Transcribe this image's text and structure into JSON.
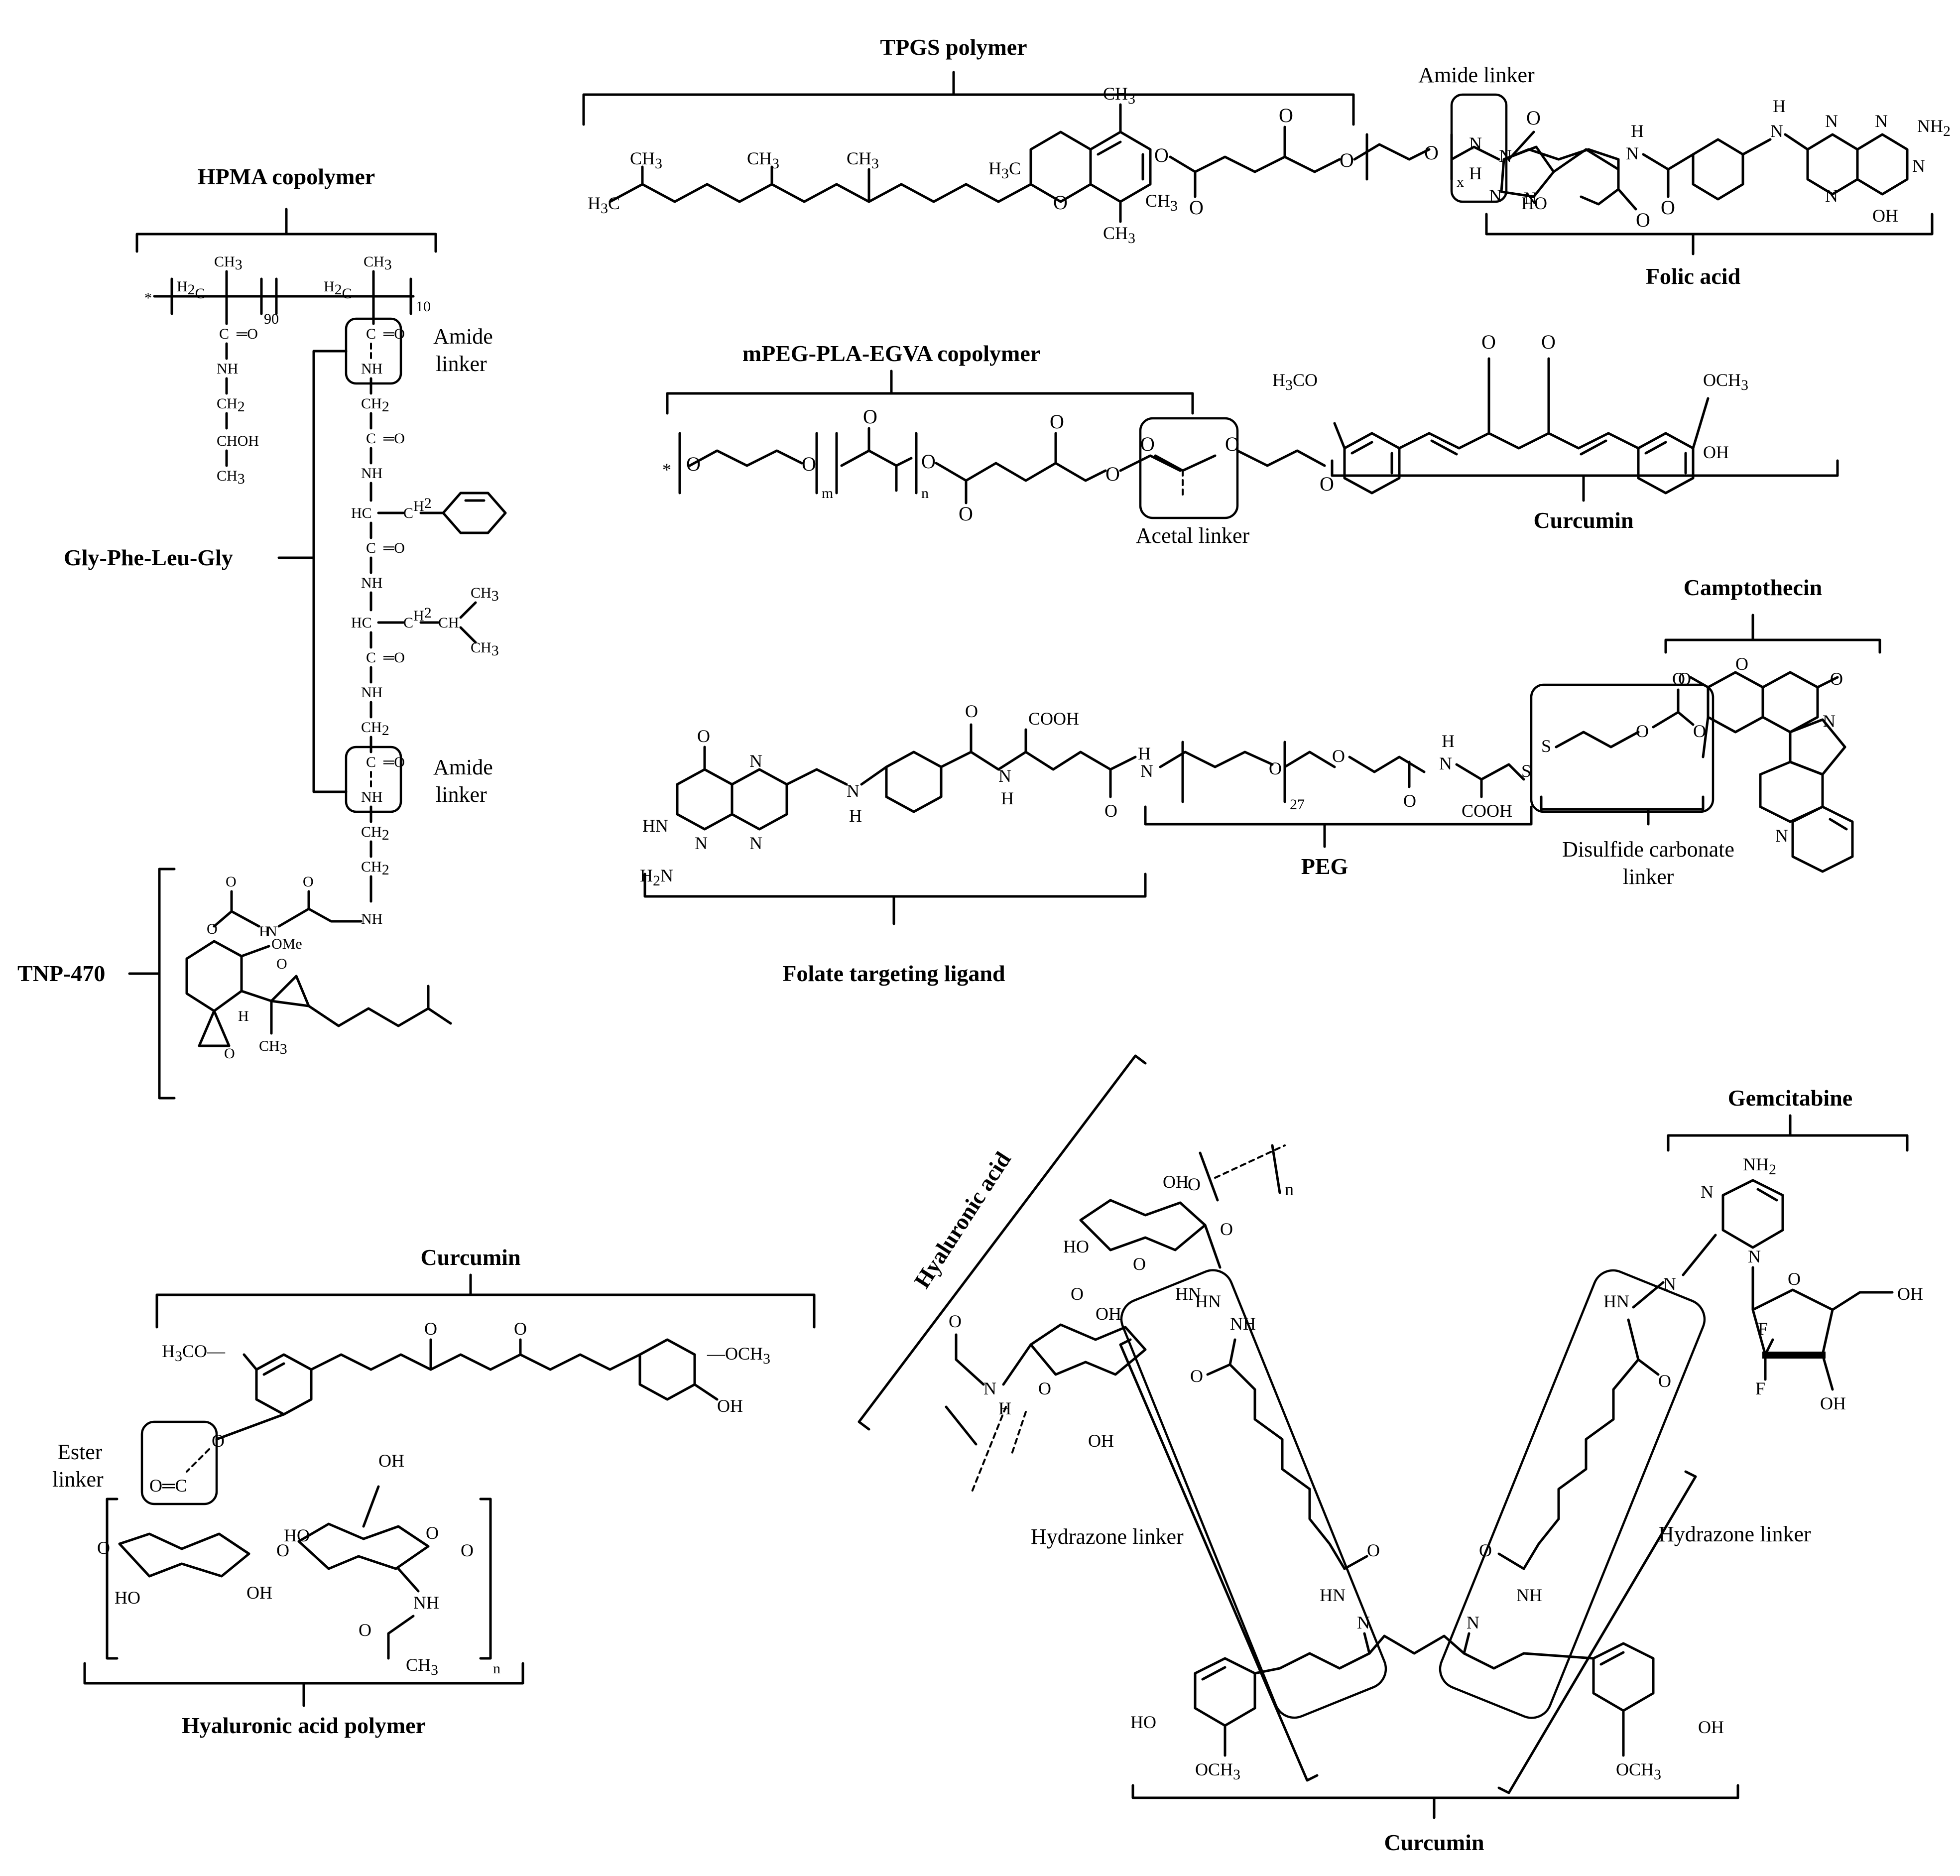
{
  "labels": {
    "tpgs_polymer": "TPGS polymer",
    "amide_linker_top": "Amide linker",
    "folic_acid": "Folic acid",
    "hpma_copolymer": "HPMA copolymer",
    "amide_linker_1a": "Amide",
    "amide_linker_1b": "linker",
    "amide_linker_2a": "Amide",
    "amide_linker_2b": "linker",
    "gly_phe_leu_gly": "Gly-Phe-Leu-Gly",
    "tnp_470": "TNP-470",
    "mpeg_pla_egva": "mPEG-PLA-EGVA copolymer",
    "acetal_linker": "Acetal linker",
    "curcumin_mid": "Curcumin",
    "camptothecin": "Camptothecin",
    "peg": "PEG",
    "disulfide_a": "Disulfide carbonate",
    "disulfide_b": "linker",
    "folate_targeting": "Folate targeting ligand",
    "curcumin_lower_left": "Curcumin",
    "ester_a": "Ester",
    "ester_b": "linker",
    "hyaluronic_acid_polymer": "Hyaluronic acid polymer",
    "hyaluronic_acid": "Hyaluronic acid",
    "gemcitabine": "Gemcitabine",
    "hydrazone_left": "Hydrazone linker",
    "hydrazone_right": "Hydrazone linker",
    "curcumin_bottom": "Curcumin"
  },
  "atoms": {
    "ch3": "CH",
    "sub3": "3",
    "sub2": "2",
    "h3c": "H",
    "h": "H",
    "n": "N",
    "o": "O",
    "s": "S",
    "f": "F",
    "nh": "NH",
    "hn": "HN",
    "oh": "OH",
    "ho": "HO",
    "nh2": "NH",
    "och3": "OCH",
    "h3co": "H",
    "co": "CO",
    "c_eq_o": "C",
    "hc": "HC",
    "ch": "CH",
    "chohlbl": "CHOH",
    "cooh": "COOH",
    "ome": "OMe",
    "c": "C",
    "star": "*",
    "x": "x",
    "m": "m",
    "nn": "n",
    "n90": "90",
    "n10": "10",
    "n27": "27"
  }
}
